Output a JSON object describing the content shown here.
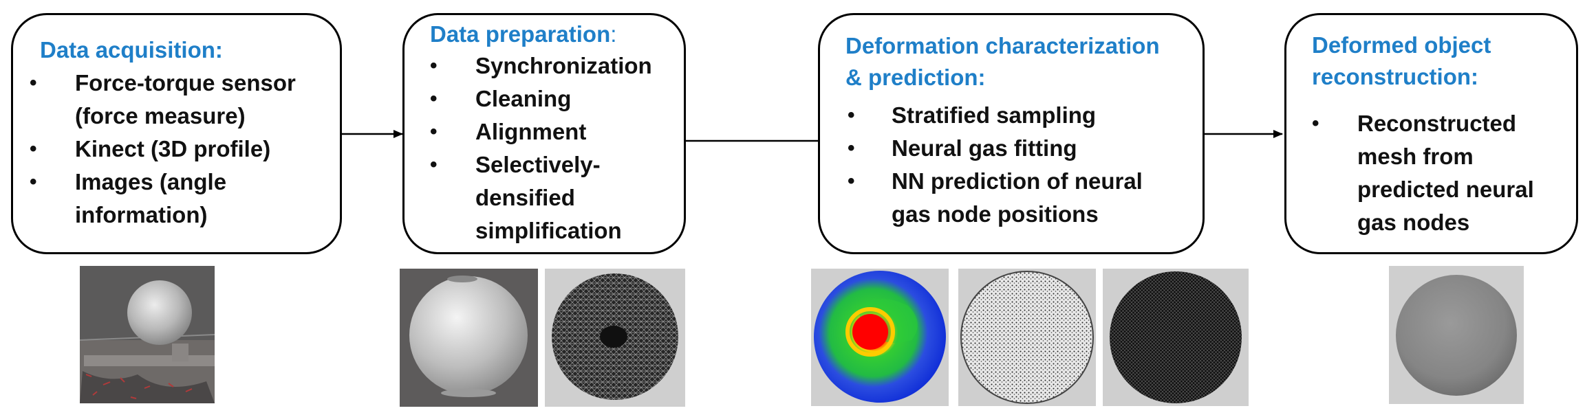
{
  "colors": {
    "title": "#1f7fc8",
    "text": "#111111",
    "border": "#000000",
    "arrow": "#000000",
    "thumb_gray": "#cfcfcf",
    "thumb_dark": "#5b5a5a"
  },
  "stages": [
    {
      "id": "data-acquisition",
      "title": "Data acquisition:",
      "bullets": [
        {
          "lines": [
            "Force-torque sensor",
            "(force measure)"
          ]
        },
        {
          "lines": [
            "Kinect (3D profile)"
          ]
        },
        {
          "lines": [
            "Images (angle",
            "information)"
          ]
        }
      ]
    },
    {
      "id": "data-preparation",
      "title_text": "Data preparation",
      "title_colon": ":",
      "bullets": [
        {
          "lines": [
            "Synchronization"
          ]
        },
        {
          "lines": [
            "Cleaning"
          ]
        },
        {
          "lines": [
            "Alignment"
          ]
        },
        {
          "lines": [
            "Selectively-",
            "densified",
            "simplification"
          ]
        }
      ]
    },
    {
      "id": "deformation-characterization",
      "title_lines": [
        "Deformation characterization",
        "& prediction:"
      ],
      "bullets": [
        {
          "lines": [
            "Stratified sampling"
          ]
        },
        {
          "lines": [
            "Neural gas fitting"
          ]
        },
        {
          "lines": [
            "NN prediction of neural",
            "gas node positions"
          ]
        }
      ]
    },
    {
      "id": "deformed-object-reconstruction",
      "title_lines": [
        "Deformed object",
        "reconstruction:"
      ],
      "bullets": [
        {
          "lines": [
            "Reconstructed",
            "mesh from",
            "predicted neural",
            "gas nodes"
          ]
        }
      ]
    }
  ],
  "thumbnails": [
    {
      "id": "acquisition-photo",
      "icon": "sphere-on-sensor-photo-icon",
      "stage": 0
    },
    {
      "id": "preparation-smooth-mesh",
      "icon": "smooth-sphere-mesh-icon",
      "stage": 1
    },
    {
      "id": "preparation-wireframe-mesh",
      "icon": "wireframe-sphere-mesh-icon",
      "stage": 1
    },
    {
      "id": "characterization-heatmap",
      "icon": "deformation-heatmap-icon",
      "stage": 2
    },
    {
      "id": "characterization-sampled-points",
      "icon": "sampled-points-sphere-icon",
      "stage": 2
    },
    {
      "id": "characterization-neural-gas",
      "icon": "neural-gas-nodes-sphere-icon",
      "stage": 2
    },
    {
      "id": "reconstruction-mesh",
      "icon": "reconstructed-mesh-sphere-icon",
      "stage": 3
    }
  ]
}
